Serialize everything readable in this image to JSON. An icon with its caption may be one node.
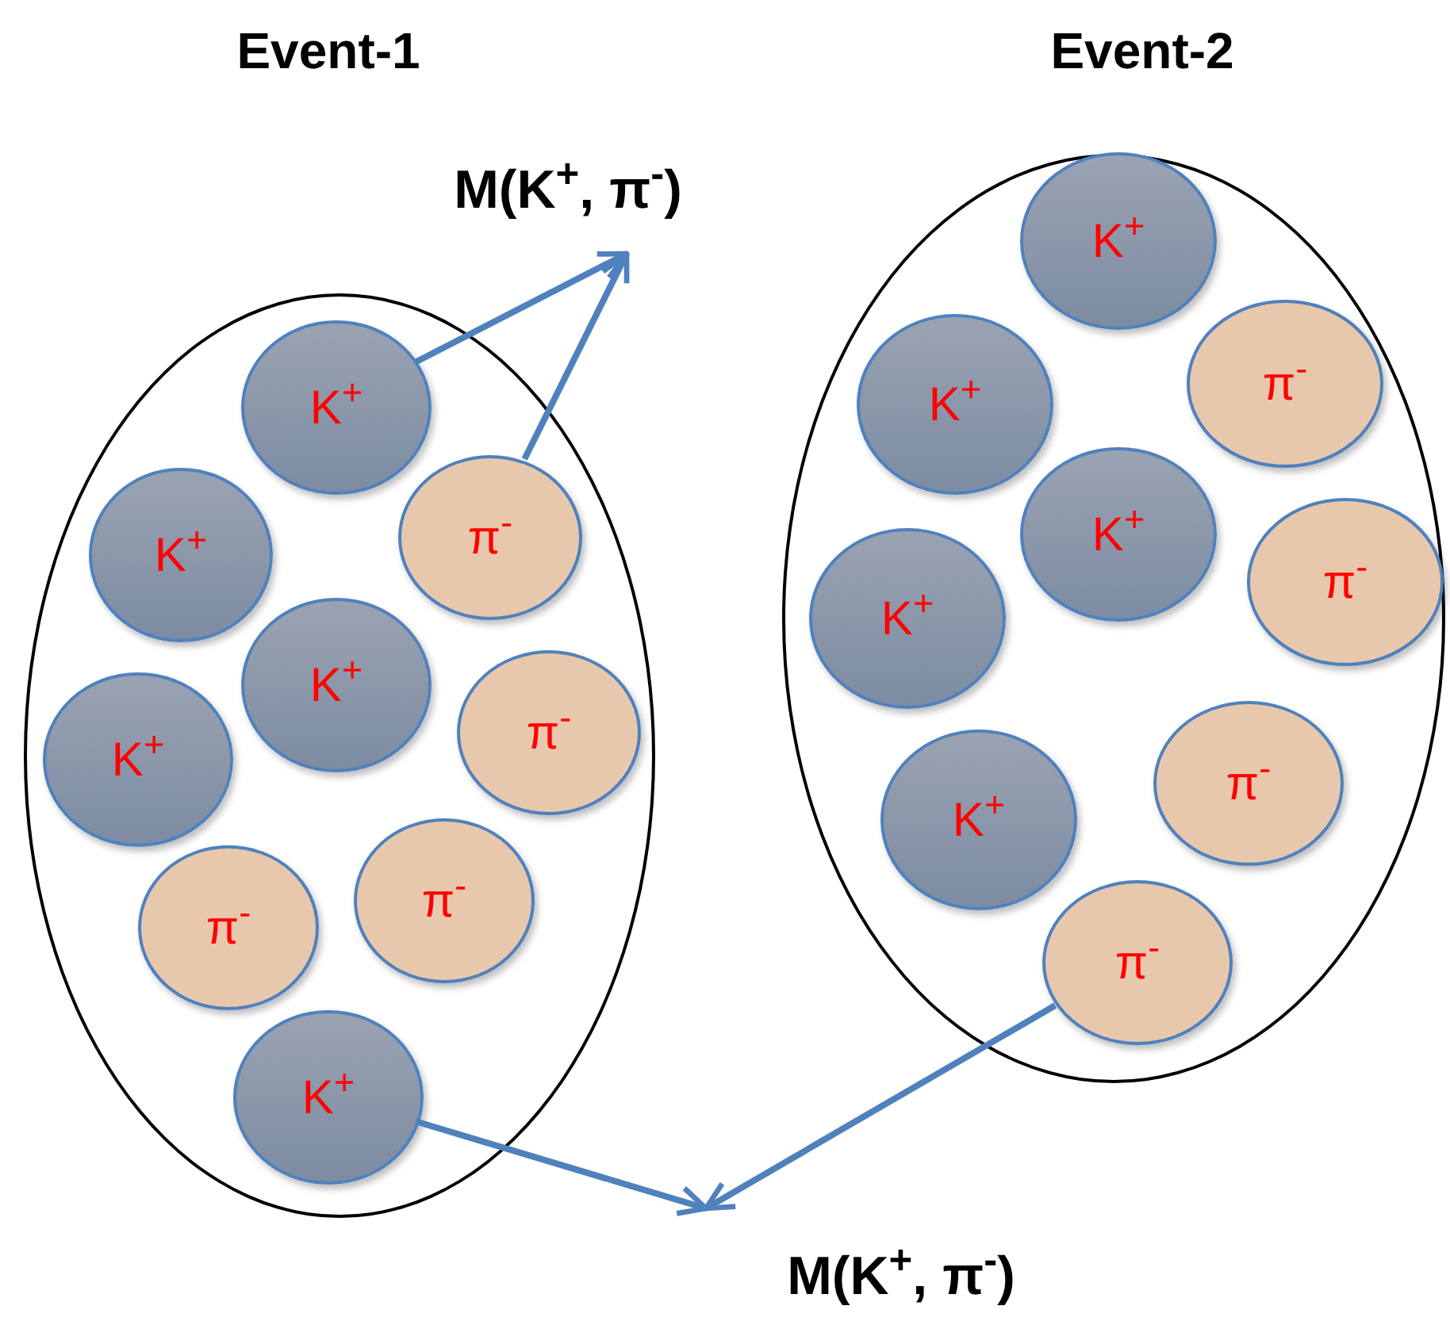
{
  "diagram": {
    "nodes": [
      {
        "text": [
          "Event-1"
        ]
      },
      {
        "text": [
          "K$^{+}$"
        ],
        "in": 0
      },
      {
        "text": [
          "π$^{-}$"
        ],
        "in": 0
      },
      {
        "text": [
          "K$^{+}$"
        ],
        "in": 0
      },
      {
        "text": [
          "K$^{+}$"
        ],
        "in": 0
      },
      {
        "text": [
          "π$^{-}$"
        ],
        "in": 0
      },
      {
        "text": [
          "K$^{+}$"
        ],
        "in": 0
      },
      {
        "text": [
          "π$^{-}$"
        ],
        "in": 0
      },
      {
        "text": [
          "π$^{-}$"
        ],
        "in": 0
      },
      {
        "text": [
          "K$^{+}$"
        ],
        "in": 0
      },
      {
        "text": [
          "M(K$^{+}$, π$^{-}$)"
        ]
      },
      {
        "text": [
          "Event-2"
        ]
      },
      {
        "text": [
          "K$^{+}$"
        ],
        "in": 11
      },
      {
        "text": [
          "π$^{-}$"
        ],
        "in": 11
      },
      {
        "text": [
          "K$^{+}$"
        ],
        "in": 11
      },
      {
        "text": [
          "K$^{+}$"
        ],
        "in": 11
      },
      {
        "text": [
          "K$^{+}$"
        ],
        "in": 11
      },
      {
        "text": [
          "π$^{-}$"
        ],
        "in": 11
      },
      {
        "text": [
          "π$^{-}$"
        ],
        "in": 11
      },
      {
        "text": [
          "K$^{+}$"
        ],
        "in": 11
      },
      {
        "text": [
          "π$^{-}$"
        ],
        "in": 11
      },
      {
        "text": [
          "M(K$^{+}$, π$^{-}$)"
        ]
      }
    ],
    "edges": [
      {
        "from": 1,
        "to": 10,
        "arrow": "to"
      },
      {
        "from": 2,
        "to": 10,
        "arrow": "to"
      },
      {
        "from": 9,
        "to": 21,
        "arrow": "to"
      },
      {
        "from": 20,
        "to": 21,
        "arrow": "to"
      }
    ]
  }
}
